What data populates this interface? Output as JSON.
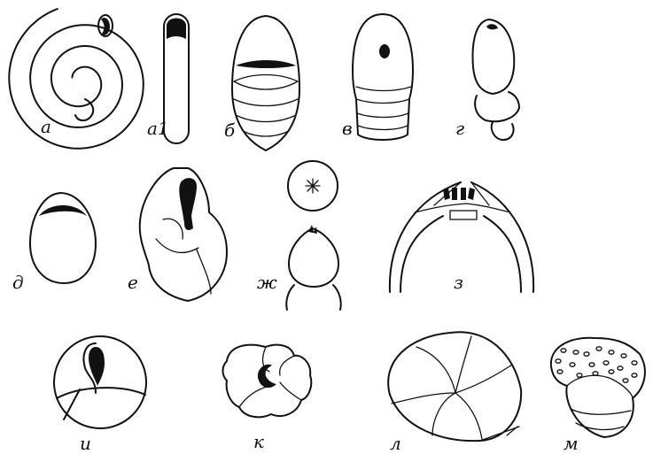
{
  "figure": {
    "labels": {
      "a": "а",
      "a1": "а1",
      "b": "б",
      "v": "в",
      "g": "г",
      "d": "д",
      "e": "е",
      "zh": "ж",
      "z": "з",
      "i": "и",
      "k": "к",
      "l": "л",
      "m": "м"
    }
  }
}
